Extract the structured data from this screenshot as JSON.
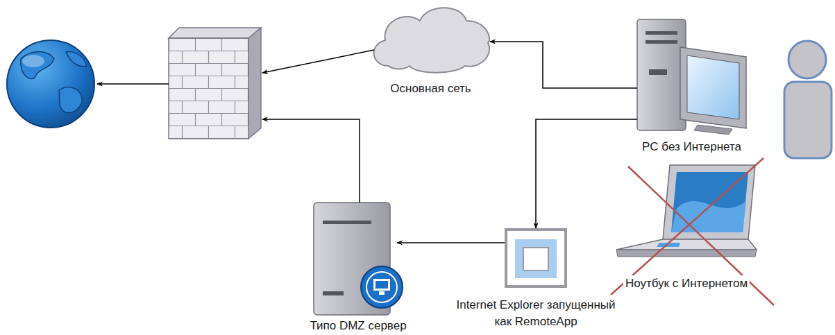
{
  "diagram": {
    "nodes": [
      {
        "text": []
      },
      {
        "text": []
      },
      {
        "text": [
          "Основная сеть"
        ]
      },
      {
        "text": [
          "PC без Интернета"
        ]
      },
      {
        "text": [
          "Ноутбук с Интернетом"
        ]
      },
      {
        "text": [
          "Типо DMZ сервер"
        ]
      },
      {
        "text": [
          "Internet Explorer запущенный как RemoteApp"
        ]
      }
    ],
    "edges": [
      {
        "from": 1,
        "to": 0,
        "arrow": "to"
      },
      {
        "from": 2,
        "to": 1,
        "arrow": "to"
      },
      {
        "from": 3,
        "to": 2,
        "arrow": "to"
      },
      {
        "from": 5,
        "to": 1,
        "arrow": "to"
      },
      {
        "from": 3,
        "to": 6,
        "arrow": "to"
      },
      {
        "from": 6,
        "to": 5,
        "arrow": "to"
      }
    ]
  }
}
